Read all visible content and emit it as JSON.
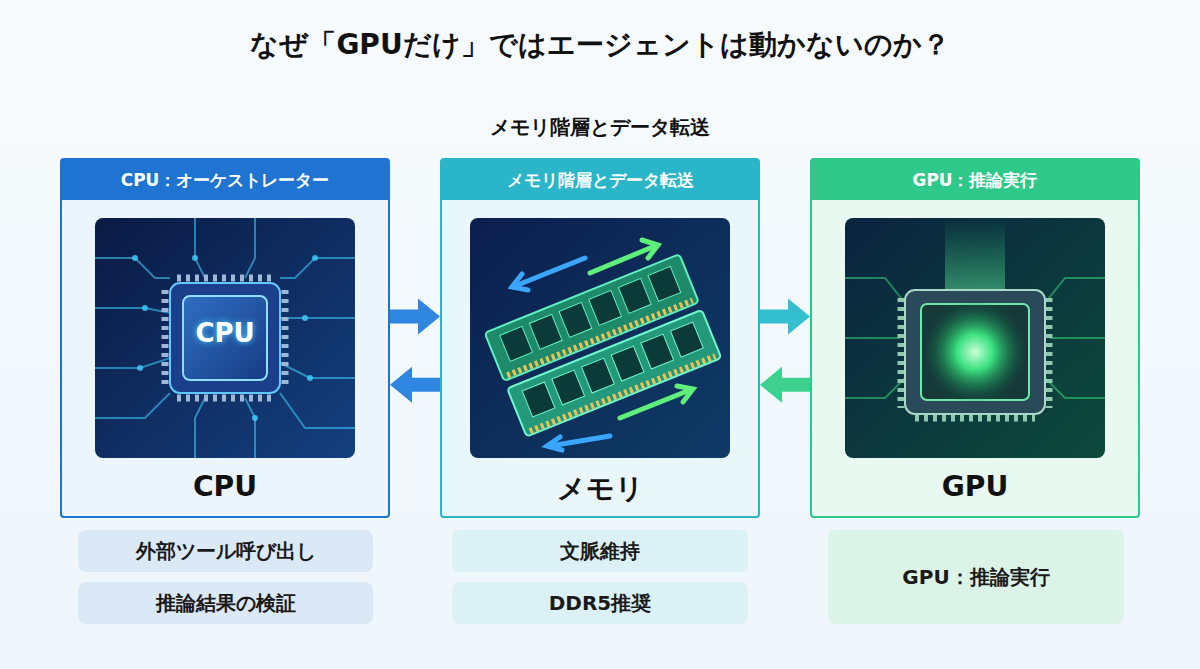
{
  "diagram": {
    "title": "なぜ「GPUだけ」ではエージェントは動かないのか？",
    "nodes": [
      {
        "text": [
          "CPU：オーケストレーター",
          "CPU"
        ]
      },
      {
        "text": [
          "メモリ階層とデータ転送",
          "メモリ"
        ]
      },
      {
        "text": [
          "GPU：推論実行",
          "GPU"
        ]
      },
      {
        "text": [
          "外部ツール呼び出し"
        ]
      },
      {
        "text": [
          "推論結果の検証"
        ]
      },
      {
        "text": [
          "文脈維持"
        ]
      },
      {
        "text": [
          "DDR5推奨"
        ]
      },
      {
        "text": [
          "GPU：推論実行"
        ]
      }
    ],
    "edges": [
      {
        "from": 0,
        "to": 1,
        "arrow": "to"
      },
      {
        "from": 1,
        "to": 0,
        "arrow": "to"
      },
      {
        "from": 1,
        "to": 2,
        "arrow": "to"
      },
      {
        "from": 2,
        "to": 1,
        "arrow": "to"
      }
    ],
    "labels": [
      "メモリ階層とデータ転送",
      "CPU"
    ]
  }
}
